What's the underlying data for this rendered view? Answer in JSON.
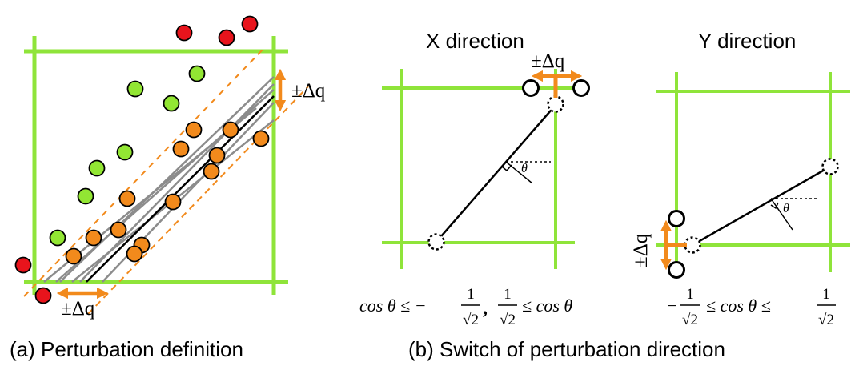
{
  "panel_a": {
    "caption": "(a) Perturbation definition",
    "label_right": "±Δq",
    "label_bottom": "±Δq"
  },
  "panel_b": {
    "caption": "(b) Switch of perturbation direction",
    "x": {
      "title": "X direction",
      "label": "±Δq",
      "theta": "θ",
      "condition": {
        "left_lhs": "cos θ ≤ −",
        "frac_num": "1",
        "frac_den": "√2",
        "comma": ",",
        "right_num": "1",
        "right_den": "√2",
        "right_rhs": "≤ cos θ"
      }
    },
    "y": {
      "title": "Y direction",
      "label": "±Δq",
      "theta": "θ",
      "condition": {
        "minus": "−",
        "left_num": "1",
        "left_den": "√2",
        "middle": "≤ cos θ ≤",
        "right_num": "1",
        "right_den": "√2"
      }
    }
  },
  "colors": {
    "grid": "#8fe43a",
    "red": "#e8141c",
    "green": "#92e633",
    "orange": "#f28a1c",
    "arrow": "#f28a1c",
    "gray": "#8c8c8c"
  }
}
